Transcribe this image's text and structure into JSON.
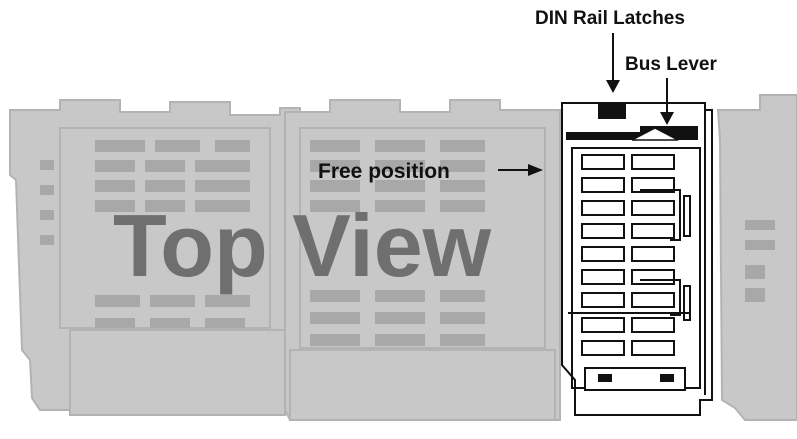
{
  "labels": {
    "din_rail_latches": "DIN Rail Latches",
    "bus_lever": "Bus Lever",
    "free_position": "Free position",
    "top_view": "Top View"
  },
  "colors": {
    "background_modules": "#c8c8c8",
    "background_modules_outline": "#b3b3b3",
    "slot_fill": "#a8a8a8",
    "big_text": "#6f6f6f",
    "module_outline": "#111111",
    "module_fill": "#ffffff",
    "latch_fill": "#111111"
  }
}
